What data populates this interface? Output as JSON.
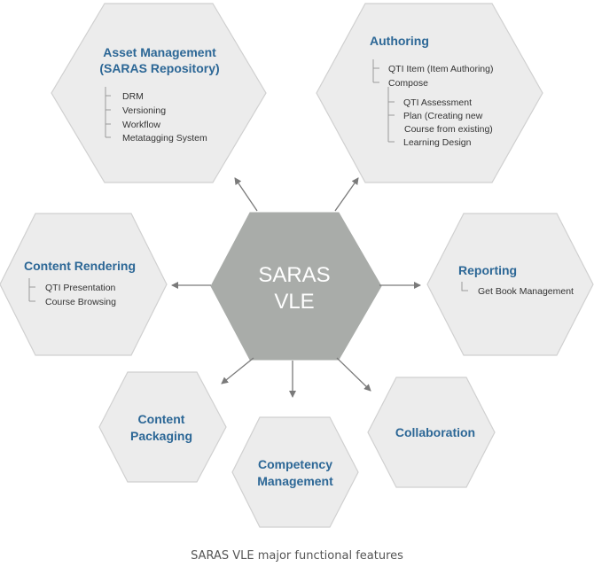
{
  "center": {
    "line1": "SARAS",
    "line2": "VLE"
  },
  "asset": {
    "title1": "Asset Management",
    "title2": "(SARAS Repository)",
    "items": [
      "DRM",
      "Versioning",
      "Workflow",
      "Metatagging System"
    ]
  },
  "authoring": {
    "title": "Authoring",
    "item_qti": "QTI Item (Item Authoring)",
    "item_compose": "Compose",
    "item_assessment": "QTI Assessment",
    "item_plan1": "Plan (Creating new",
    "item_plan2": "Course from existing)",
    "item_design": "Learning Design"
  },
  "rendering": {
    "title": "Content Rendering",
    "items": [
      "QTI Presentation",
      "Course Browsing"
    ]
  },
  "reporting": {
    "title": "Reporting",
    "items": [
      "Get Book Management"
    ]
  },
  "packaging": {
    "title1": "Content",
    "title2": "Packaging"
  },
  "competency": {
    "title1": "Competency",
    "title2": "Management"
  },
  "collaboration": {
    "title": "Collaboration"
  },
  "caption": "SARAS VLE major functional features"
}
